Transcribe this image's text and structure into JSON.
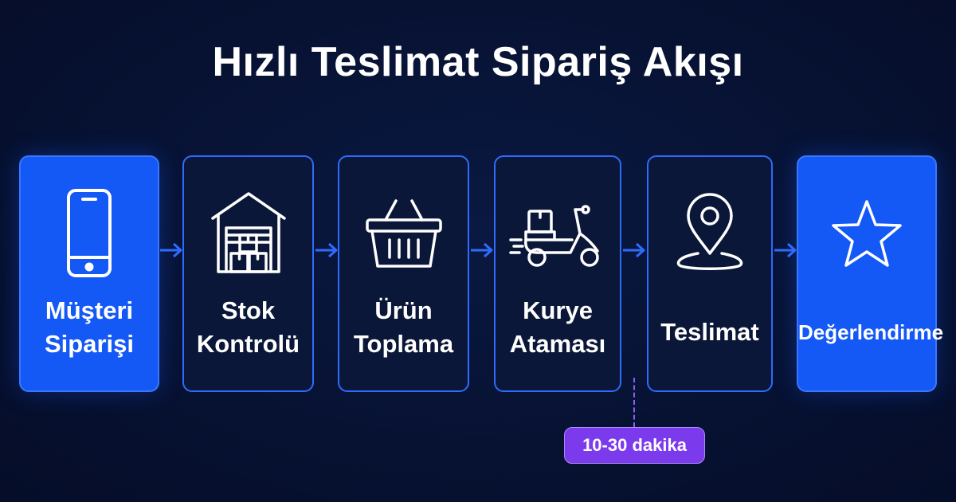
{
  "title": "Hızlı Teslimat Sipariş Akışı",
  "steps": [
    {
      "line1": "Müşteri",
      "line2": "Siparişi",
      "icon": "smartphone-icon",
      "highlight": true
    },
    {
      "line1": "Stok",
      "line2": "Kontrolü",
      "icon": "warehouse-icon",
      "highlight": false
    },
    {
      "line1": "Ürün",
      "line2": "Toplama",
      "icon": "shopping-basket-icon",
      "highlight": false
    },
    {
      "line1": "Kurye",
      "line2": "Ataması",
      "icon": "delivery-scooter-icon",
      "highlight": false
    },
    {
      "line1": "Teslimat",
      "icon": "location-pin-icon",
      "highlight": false
    },
    {
      "line1": "Değerlendirme",
      "icon": "star-icon",
      "highlight": true
    }
  ],
  "time_badge": "10-30 dakika",
  "colors": {
    "background": "#071233",
    "accent_blue": "#1458f5",
    "card_border": "#2f6bff",
    "badge_purple": "#7c3aed"
  }
}
